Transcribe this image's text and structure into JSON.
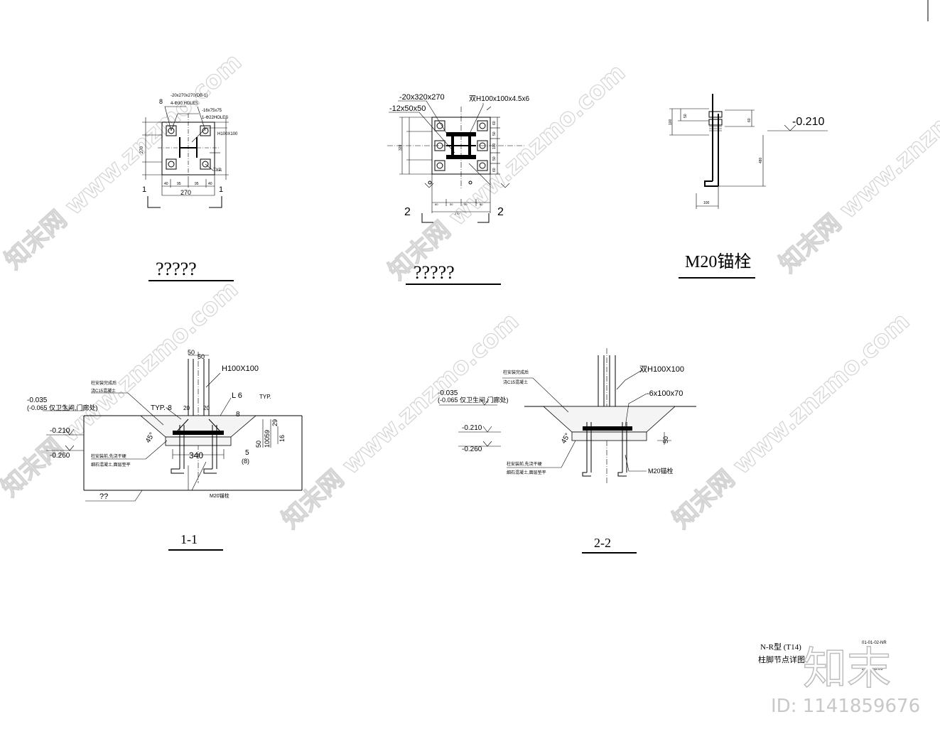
{
  "watermark": {
    "site": "知末网 www.znzmo.com",
    "logo": "知末",
    "id_text": "ID: 1141859676"
  },
  "plan_left": {
    "title": "?????",
    "labels": {
      "plate": "-20x270x270(DB-1)",
      "holes": "4-Φ30 HOLES",
      "washer": "-16x75x75",
      "small_holes": "1-Φ22HOLES",
      "member": "H100X100",
      "typ": "TYP.",
      "weld": "8",
      "dim_total": "270",
      "dim_parts": [
        "40",
        "95",
        "95",
        "40"
      ],
      "dim_side": "270",
      "section": "1"
    }
  },
  "plan_mid": {
    "title": "?????",
    "labels": {
      "plate": "-20x320x270",
      "stiff": "-12x50x50",
      "member": "双H100x100x4.5x6",
      "dim_total": "270",
      "dim_parts": [
        "60",
        "50",
        "50",
        "60"
      ],
      "dim_side": "320",
      "dims_right": [
        "60",
        "50",
        "100",
        "50",
        "60"
      ],
      "section": "2"
    }
  },
  "anchor": {
    "title": "M20锚栓",
    "elev": "-0.210",
    "dims": [
      "50",
      "100",
      "60",
      "480",
      "100"
    ]
  },
  "sec1": {
    "title": "1-1",
    "member": "H100X100",
    "top_dims": [
      "50",
      "50"
    ],
    "note_after": "柱安装完成后",
    "note_c15": "浇C15混凝土",
    "elev1": "-0.035",
    "elev1b": "(-0.065 仅卫生间,门廊处)",
    "elev2": "-0.210",
    "elev3": "-0.260",
    "typ8": "TYP.-8",
    "l6": "L 6",
    "typ": "TYP.",
    "b8": "8",
    "d20a": "20",
    "d20b": "20",
    "angle": "45°",
    "width": "340",
    "right_dims": [
      "59",
      "100",
      "50",
      "29",
      "16"
    ],
    "five": "5",
    "eight": "(8)",
    "note_before": "柱安装前,先浇干硬",
    "note_fine": "细石混凝土,面层垫平",
    "anchor": "M20锚栓",
    "qq": "??"
  },
  "sec2": {
    "title": "2-2",
    "member": "双H100X100",
    "plate": "-6x100x70",
    "note_after": "柱安装完成后",
    "note_c15": "浇C15混凝土",
    "elev1": "-0.035",
    "elev1b": "(-0.065 仅卫生间,门廊处)",
    "elev2": "-0.210",
    "elev3": "-0.260",
    "angle": "45°",
    "right_dim": "50",
    "note_before": "柱安装前,先浇干硬",
    "note_fine": "细石混凝土,面层垫平",
    "anchor": "M20锚栓"
  },
  "titleblock": {
    "code": "01-01-02-NR",
    "type": "N-R型 (T14)",
    "name": "柱脚节点详图",
    "date": "2011.08.09"
  }
}
